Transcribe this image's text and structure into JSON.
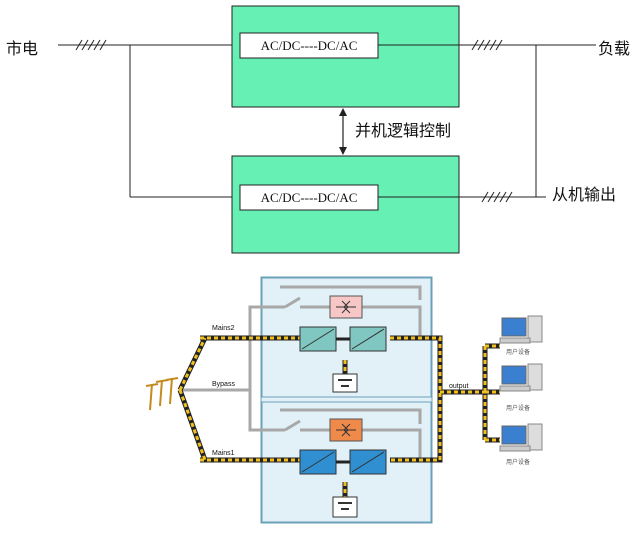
{
  "top": {
    "left_label": "市电",
    "right_label_top": "负载",
    "right_label_bottom": "从机输出",
    "control_label": "并机逻辑控制",
    "unit1_label": "AC/DC----DC/AC",
    "unit2_label": "AC/DC----DC/AC",
    "box_fill": "#66f0b4"
  },
  "bottom": {
    "mains2_label": "Mains2",
    "bypass_label": "Bypass",
    "mains1_label": "Mains1",
    "output_label": "output",
    "device_labels": [
      "用户设备",
      "用户设备",
      "用户设备"
    ],
    "cabinet_fill": "#e2f1f8",
    "bus_color": "#f0c020",
    "static_switch_colors": [
      "#f7c6c6",
      "#f08a4a"
    ],
    "converter_colors": [
      "#7fc7c0",
      "#2f8fd0"
    ]
  }
}
